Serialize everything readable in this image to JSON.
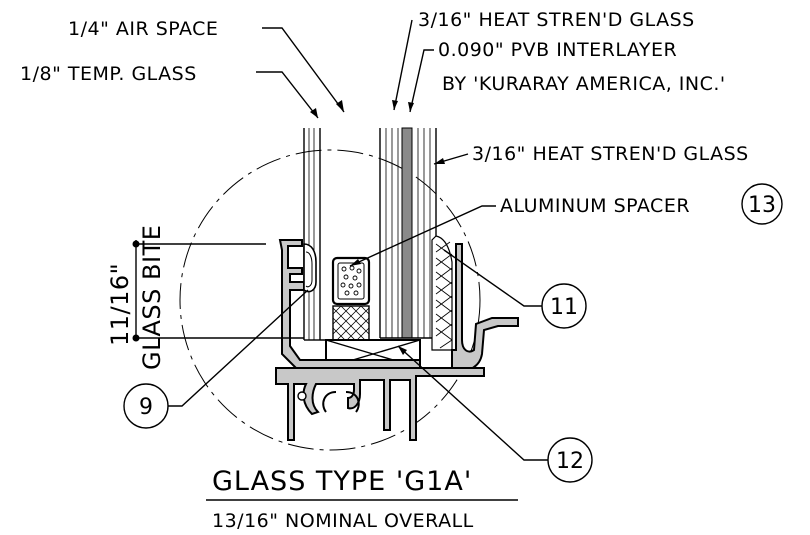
{
  "labels": {
    "air_space": "1/4\" AIR SPACE",
    "temp_glass": "1/8\" TEMP. GLASS",
    "heat_glass_top": "3/16\" HEAT STREN'D GLASS",
    "pvb_line1": "0.090\" PVB INTERLAYER",
    "pvb_line2": "BY 'KURARAY AMERICA, INC.'",
    "heat_glass_right": "3/16\" HEAT STREN'D GLASS",
    "spacer": "ALUMINUM SPACER",
    "bite_value": "11/16\"",
    "bite_label": "GLASS BITE"
  },
  "callouts": {
    "c9": "9",
    "c11": "11",
    "c12": "12",
    "c13": "13"
  },
  "title": {
    "main": "GLASS TYPE 'G1A'",
    "sub": "13/16\" NOMINAL OVERALL"
  }
}
